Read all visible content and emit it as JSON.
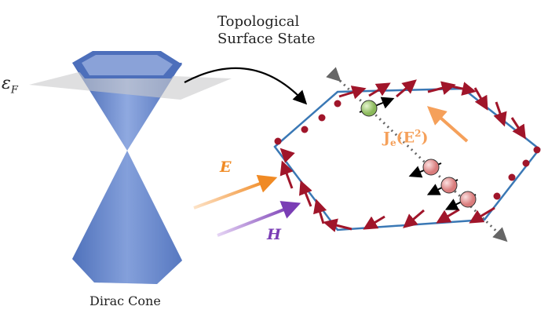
{
  "labels": {
    "fermi_symbol": "εF",
    "fermi_main": "ε",
    "fermi_sub": "F",
    "tss_line1": "Topological",
    "tss_line2": "Surface State",
    "dirac": "Dirac Cone",
    "e_field": "E",
    "h_field": "H",
    "current_main": "J",
    "current_sub": "e",
    "current_arg": "(E",
    "current_sup": "2",
    "current_close": ")"
  },
  "colors": {
    "cone": "#5b7fc7",
    "hexagon_edge": "#3a78b5",
    "spin_arrow": "#a0152a",
    "e_arrow": "#f08a24",
    "h_arrow": "#7a3db5",
    "current": "#f5a05a",
    "electron_up": "#a8cf7a",
    "electron_down": "#e89a9a"
  }
}
